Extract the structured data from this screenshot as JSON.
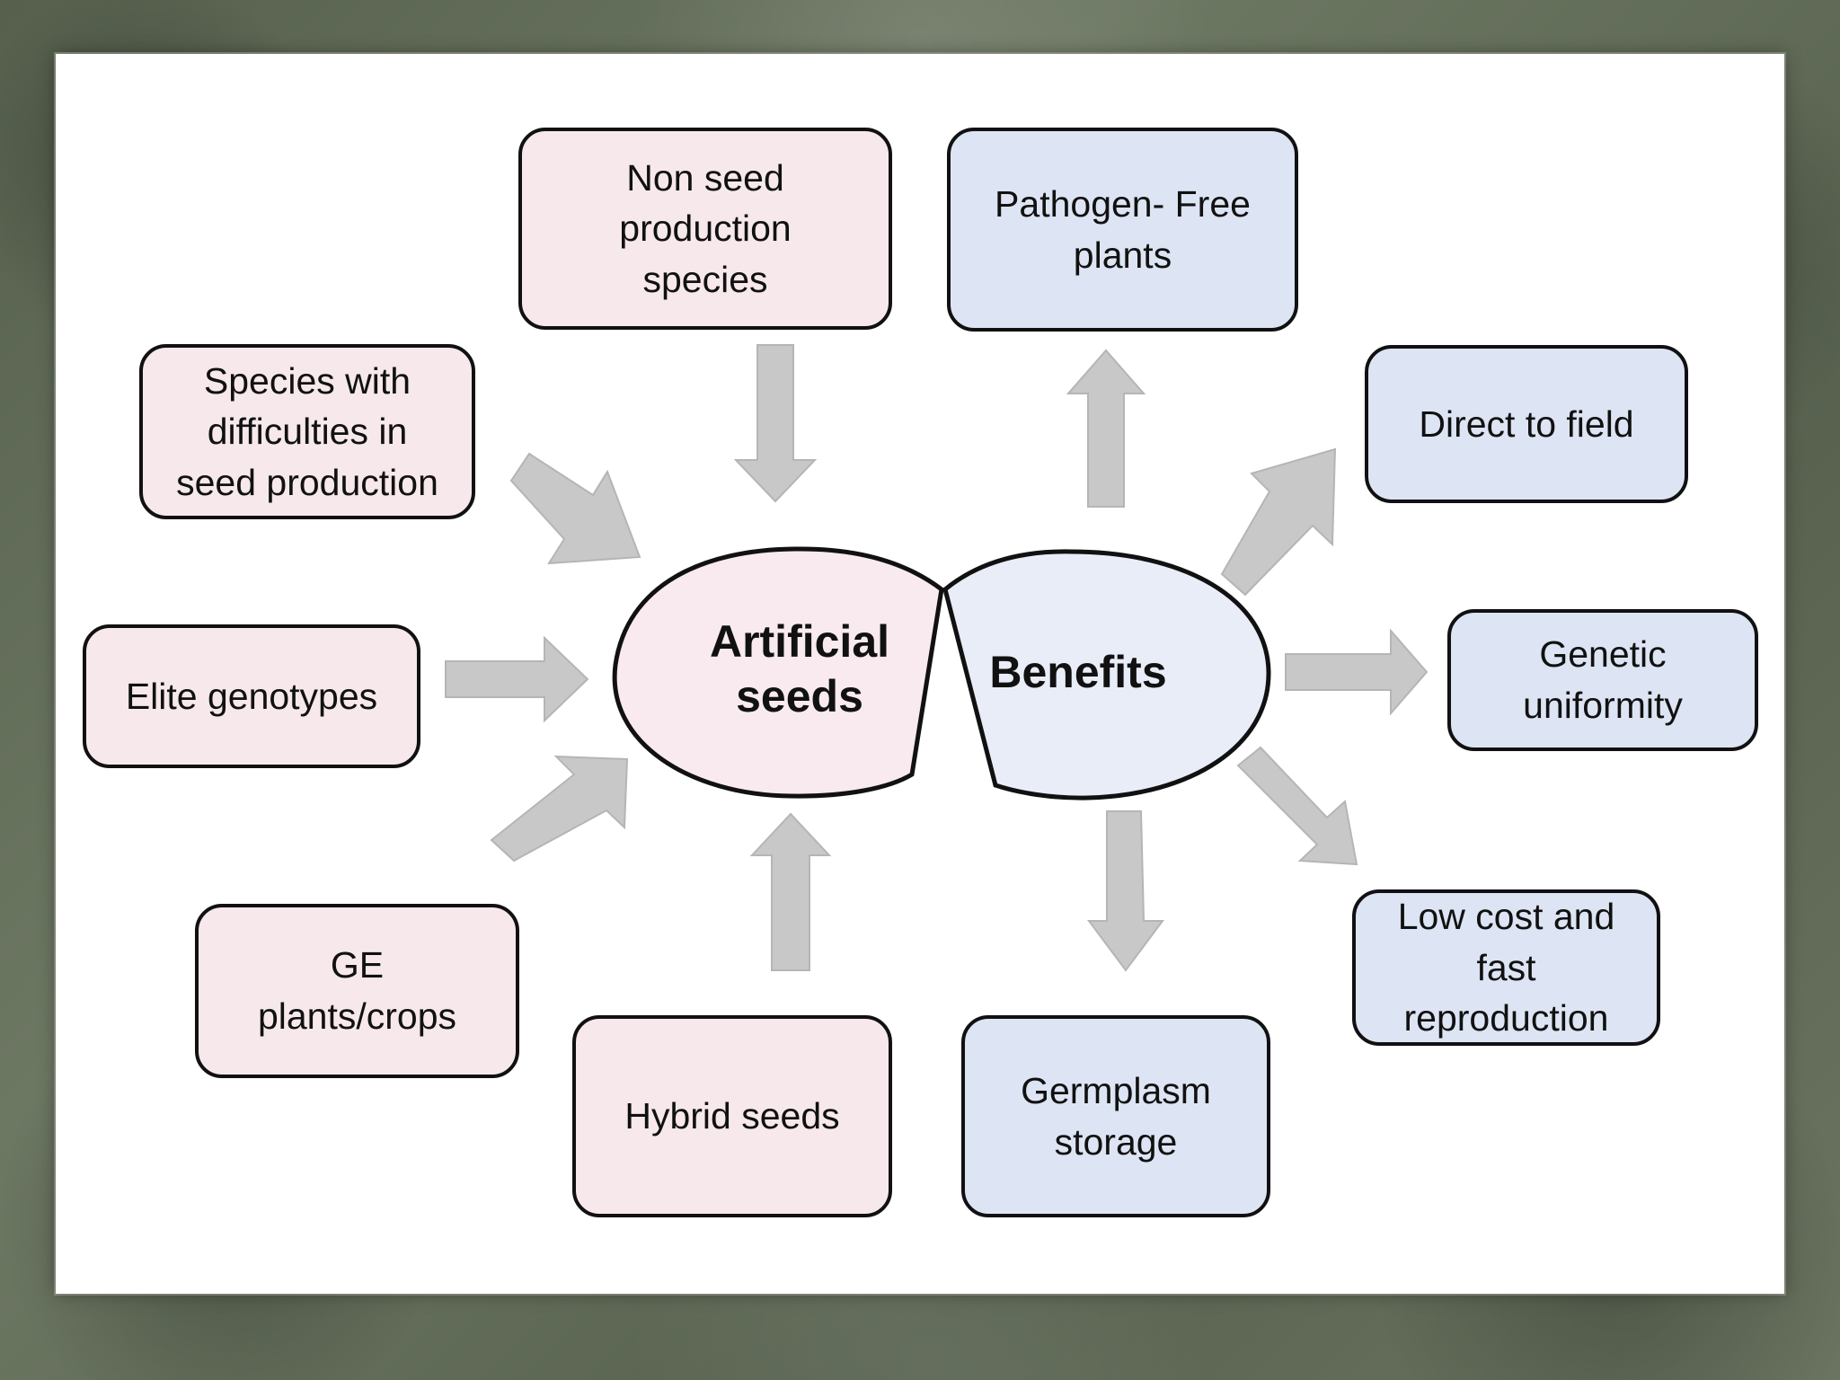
{
  "diagram": {
    "center": {
      "left_label": "Artificial\nseeds",
      "right_label": "Benefits"
    },
    "inputs": [
      {
        "id": "non-seed",
        "text": "Non seed\nproduction\nspecies"
      },
      {
        "id": "difficult",
        "text": "Species with\ndifficulties in\nseed production"
      },
      {
        "id": "elite",
        "text": "Elite genotypes"
      },
      {
        "id": "ge",
        "text": "GE\nplants/crops"
      },
      {
        "id": "hybrid",
        "text": "Hybrid  seeds"
      }
    ],
    "benefits": [
      {
        "id": "pathogen",
        "text": "Pathogen- Free\nplants"
      },
      {
        "id": "direct",
        "text": "Direct to field"
      },
      {
        "id": "genetic",
        "text": "Genetic\nuniformity"
      },
      {
        "id": "lowcost",
        "text": "Low cost and\nfast\nreproduction"
      },
      {
        "id": "germplasm",
        "text": "Germplasm\nstorage"
      }
    ],
    "colors": {
      "input_fill": "#f6e8eb",
      "benefit_fill": "#dde4f3",
      "center_left_fill": "#f8eaee",
      "center_right_fill": "#e8edf8",
      "arrow": "#c8c8c8",
      "frame": "#5f6b56"
    }
  }
}
